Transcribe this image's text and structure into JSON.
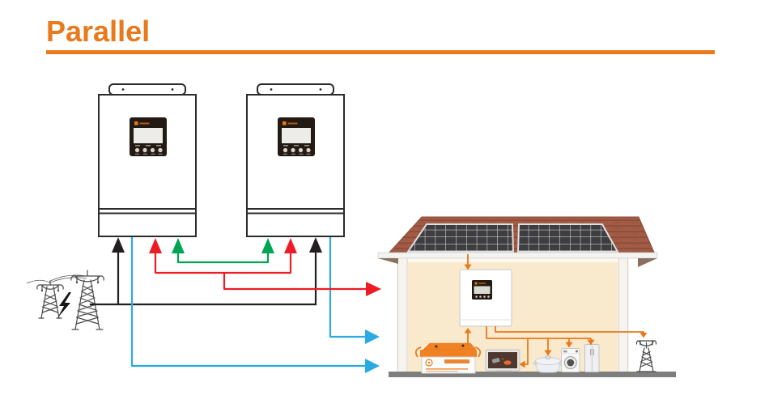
{
  "title": {
    "text": "Parallel"
  },
  "colors": {
    "accent": "#E8791D",
    "red": "#EC1C24",
    "blue": "#29ABE2",
    "green": "#00A551",
    "line_black": "#231F20",
    "outline": "#2B2B2B",
    "wall": "#FAEACD",
    "wall_trim": "#F6F4EE",
    "roof": "#A25B45",
    "roof_dark": "#8C4C3A",
    "solar_cell": "#3E3E40",
    "solar_grid": "#ECECEC",
    "ground": "#7E7E7E",
    "battery_orange": "#F08223",
    "device_panel": "#241A14",
    "screen": "#ECECE8"
  },
  "components": {
    "inverter_left": "wall-inverter-1",
    "inverter_right": "wall-inverter-2",
    "grid_towers": "transmission-towers-icon",
    "lightning": "lightning-bolt-icon",
    "house": "house-illustration",
    "solar_array": "solar-panel-array",
    "house_inverter": "hybrid-inverter",
    "battery": "storage-battery",
    "tv": "tv-screen",
    "cooker": "cooking-pot",
    "washer": "washing-machine",
    "fridge": "refrigerator",
    "pole": "utility-pole-icon"
  }
}
